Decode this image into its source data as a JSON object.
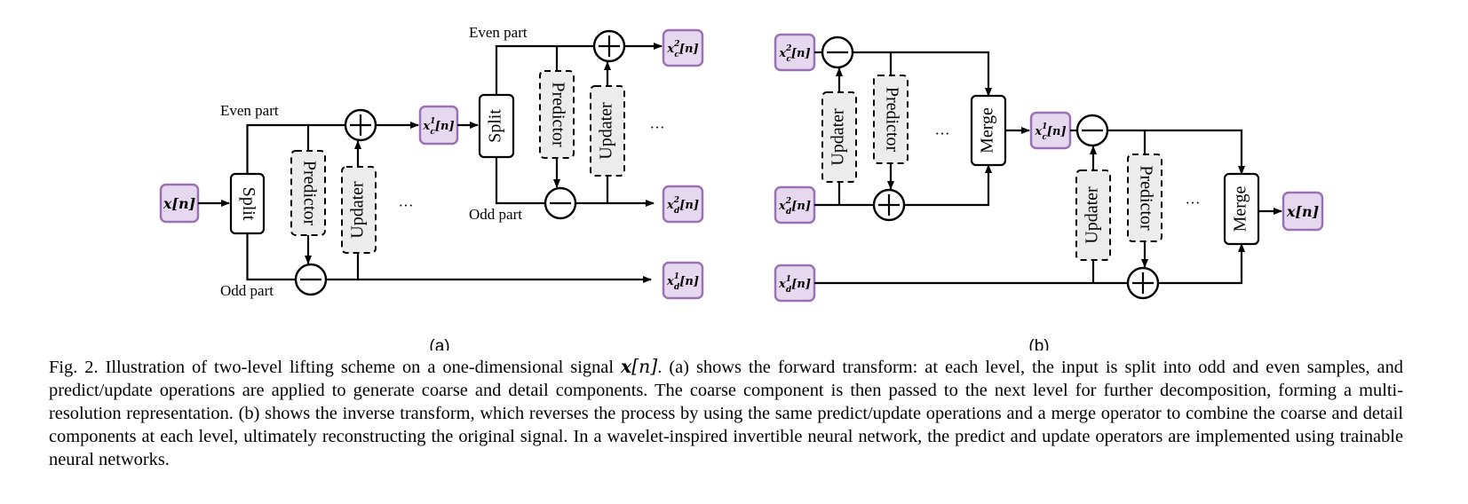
{
  "forward": {
    "signals": {
      "input": {
        "main": "x[n]"
      },
      "coarse1": {
        "base": "x",
        "sup": "1",
        "sub": "c",
        "arg": "[n]"
      },
      "detail1": {
        "base": "x",
        "sup": "1",
        "sub": "d",
        "arg": "[n]"
      },
      "coarse2": {
        "base": "x",
        "sup": "2",
        "sub": "c",
        "arg": "[n]"
      },
      "detail2": {
        "base": "x",
        "sup": "2",
        "sub": "d",
        "arg": "[n]"
      }
    },
    "split_label": "Split",
    "predictor_label": "Predictor",
    "updater_label": "Updater",
    "even_label": "Even part",
    "odd_label": "Odd part",
    "ellipsis": "···",
    "panel_label": "(a)"
  },
  "inverse": {
    "signals": {
      "coarse2": {
        "base": "x",
        "sup": "2",
        "sub": "c",
        "arg": "[n]"
      },
      "detail2": {
        "base": "x",
        "sup": "2",
        "sub": "d",
        "arg": "[n]"
      },
      "coarse1": {
        "base": "x",
        "sup": "1",
        "sub": "c",
        "arg": "[n]"
      },
      "detail1": {
        "base": "x",
        "sup": "1",
        "sub": "d",
        "arg": "[n]"
      },
      "output": {
        "main": "x[n]"
      }
    },
    "merge_label": "Merge",
    "predictor_label": "Predictor",
    "updater_label": "Updater",
    "ellipsis": "···",
    "panel_label": "(b)"
  },
  "caption": {
    "prefix": "Fig. 2.  Illustration of two-level lifting scheme on a one-dimensional signal ",
    "signal_symbol": "x",
    "signal_arg": "[n]",
    "rest": ". (a) shows the forward transform: at each level, the input is split into odd and even samples, and predict/update operations are applied to generate coarse and detail components. The coarse component is then passed to the next level for further decomposition, forming a multi-resolution representation. (b) shows the inverse transform, which reverses the process by using the same predict/update operations and a merge operator to combine the coarse and detail components at each level, ultimately reconstructing the original signal. In a wavelet-inspired invertible neural network, the predict and update operators are implemented using trainable neural networks."
  },
  "colors": {
    "signal_fill": "#e6d9ef",
    "signal_stroke": "#9a72b3",
    "op_fill": "#ececec",
    "line": "#000000"
  }
}
